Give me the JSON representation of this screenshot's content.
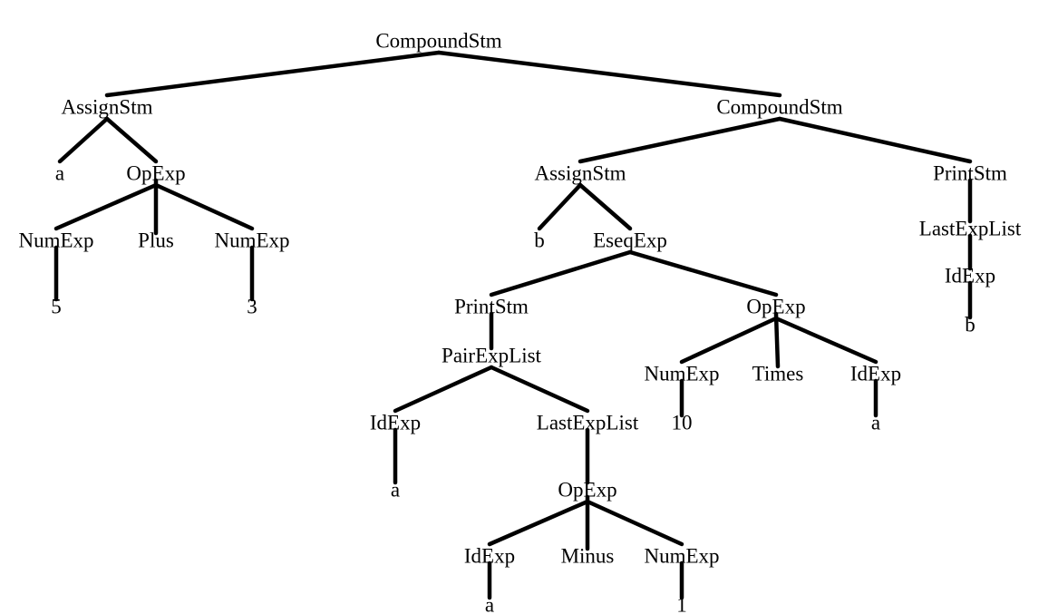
{
  "diagram": {
    "type": "syntax-tree",
    "nodes": [
      {
        "id": "n1",
        "label": "CompoundStm"
      },
      {
        "id": "n2",
        "label": "AssignStm"
      },
      {
        "id": "n3",
        "label": "a"
      },
      {
        "id": "n4",
        "label": "OpExp"
      },
      {
        "id": "n5",
        "label": "NumExp"
      },
      {
        "id": "n6",
        "label": "Plus"
      },
      {
        "id": "n7",
        "label": "NumExp"
      },
      {
        "id": "n8",
        "label": "5"
      },
      {
        "id": "n9",
        "label": "3"
      },
      {
        "id": "n10",
        "label": "CompoundStm"
      },
      {
        "id": "n11",
        "label": "AssignStm"
      },
      {
        "id": "n12",
        "label": "PrintStm"
      },
      {
        "id": "n13",
        "label": "b"
      },
      {
        "id": "n14",
        "label": "EseqExp"
      },
      {
        "id": "n15",
        "label": "LastExpList"
      },
      {
        "id": "n16",
        "label": "IdExp"
      },
      {
        "id": "n17",
        "label": "b"
      },
      {
        "id": "n18",
        "label": "PrintStm"
      },
      {
        "id": "n19",
        "label": "OpExp"
      },
      {
        "id": "n20",
        "label": "PairExpList"
      },
      {
        "id": "n21",
        "label": "NumExp"
      },
      {
        "id": "n22",
        "label": "Times"
      },
      {
        "id": "n23",
        "label": "IdExp"
      },
      {
        "id": "n24",
        "label": "10"
      },
      {
        "id": "n25",
        "label": "a"
      },
      {
        "id": "n26",
        "label": "IdExp"
      },
      {
        "id": "n27",
        "label": "LastExpList"
      },
      {
        "id": "n28",
        "label": "a"
      },
      {
        "id": "n29",
        "label": "OpExp"
      },
      {
        "id": "n30",
        "label": "IdExp"
      },
      {
        "id": "n31",
        "label": "Minus"
      },
      {
        "id": "n32",
        "label": "NumExp"
      },
      {
        "id": "n33",
        "label": "a"
      },
      {
        "id": "n34",
        "label": "1"
      }
    ],
    "edges": [
      [
        "n1",
        "n2"
      ],
      [
        "n1",
        "n10"
      ],
      [
        "n2",
        "n3"
      ],
      [
        "n2",
        "n4"
      ],
      [
        "n4",
        "n5"
      ],
      [
        "n4",
        "n6"
      ],
      [
        "n4",
        "n7"
      ],
      [
        "n5",
        "n8"
      ],
      [
        "n7",
        "n9"
      ],
      [
        "n10",
        "n11"
      ],
      [
        "n10",
        "n12"
      ],
      [
        "n11",
        "n13"
      ],
      [
        "n11",
        "n14"
      ],
      [
        "n12",
        "n15"
      ],
      [
        "n15",
        "n16"
      ],
      [
        "n16",
        "n17"
      ],
      [
        "n14",
        "n18"
      ],
      [
        "n14",
        "n19"
      ],
      [
        "n18",
        "n20"
      ],
      [
        "n19",
        "n21"
      ],
      [
        "n19",
        "n22"
      ],
      [
        "n19",
        "n23"
      ],
      [
        "n21",
        "n24"
      ],
      [
        "n23",
        "n25"
      ],
      [
        "n20",
        "n26"
      ],
      [
        "n20",
        "n27"
      ],
      [
        "n26",
        "n28"
      ],
      [
        "n27",
        "n29"
      ],
      [
        "n29",
        "n30"
      ],
      [
        "n29",
        "n31"
      ],
      [
        "n29",
        "n32"
      ],
      [
        "n30",
        "n33"
      ],
      [
        "n32",
        "n34"
      ]
    ]
  }
}
